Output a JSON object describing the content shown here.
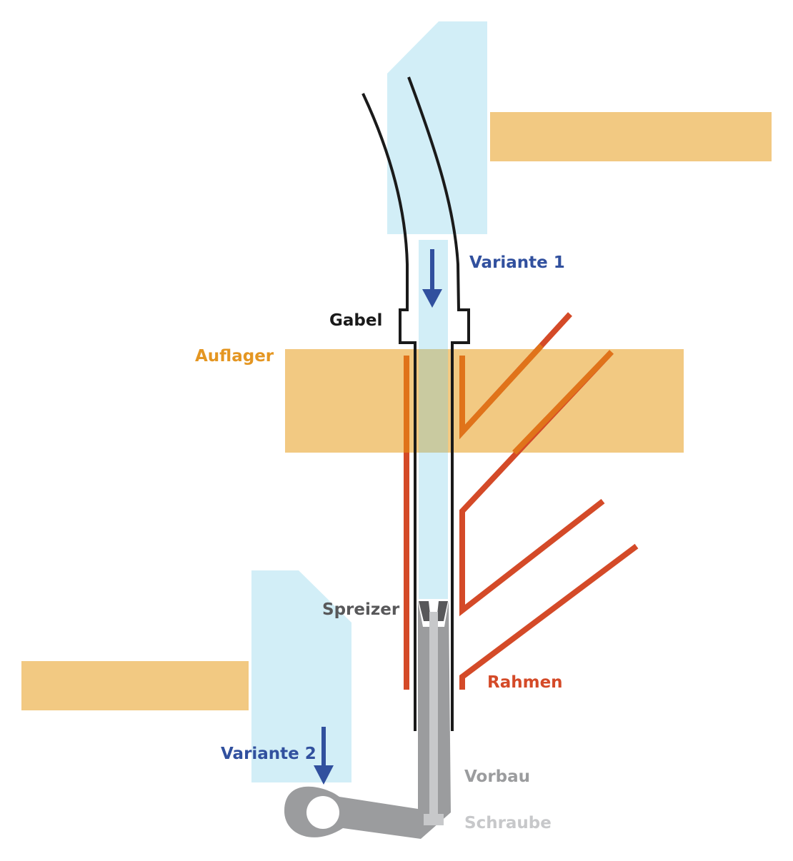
{
  "labels": {
    "variante_1": "Variante 1",
    "variante_2": "Variante 2",
    "gabel": "Gabel",
    "auflager": "Auflager",
    "spreizer": "Spreizer",
    "rahmen": "Rahmen",
    "vorbau": "Vorbau",
    "schraube": "Schraube"
  },
  "colors": {
    "auflager": "#f2c982",
    "press_tool": "#d2eef7",
    "arrow": "#31509e",
    "gabel": "#1a1a1a",
    "rahmen": "#d44a28",
    "rahmen_overlap": "#e0731a",
    "vorbau": "#9b9c9e",
    "schraube": "#c7c8ca",
    "spreizer": "#58585a",
    "label_auflager": "#e49622",
    "label_spreizer": "#58585a",
    "label_vorbau": "#9b9c9e",
    "label_schraube": "#c7c8ca"
  }
}
